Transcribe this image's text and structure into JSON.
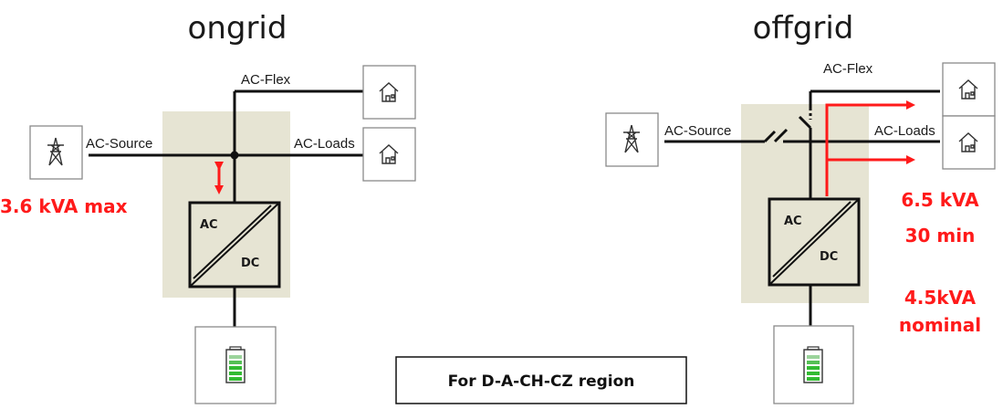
{
  "ongrid": {
    "title": "ongrid",
    "ac_flex": "AC-Flex",
    "ac_source": "AC-Source",
    "ac_loads": "AC-Loads",
    "converter_ac": "AC",
    "converter_dc": "DC",
    "power_limit": "3.6 kVA max"
  },
  "offgrid": {
    "title": "offgrid",
    "ac_flex": "AC-Flex",
    "ac_source": "AC-Source",
    "ac_loads": "AC-Loads",
    "converter_ac": "AC",
    "converter_dc": "DC",
    "peak_power": "6.5 kVA",
    "peak_duration": "30 min",
    "nominal_power": "4.5kVA",
    "nominal_label": "nominal"
  },
  "region_note": "For D-A-CH-CZ region",
  "icons": [
    "power-tower-icon",
    "house-icon",
    "battery-icon"
  ],
  "colors": {
    "highlight": "#ff1a1a",
    "panel": "#e6e4d3",
    "battery": "#33bb33"
  }
}
